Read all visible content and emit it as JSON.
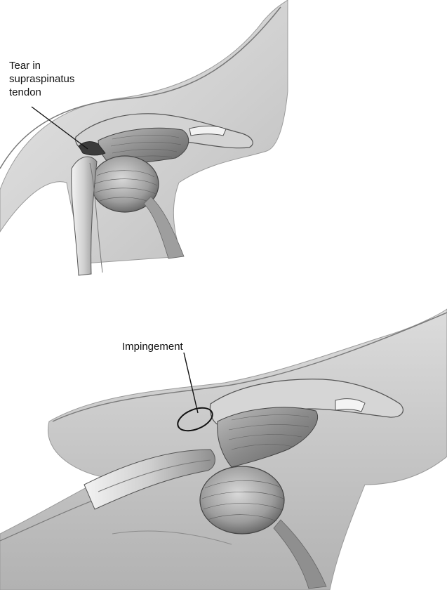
{
  "annotations": {
    "tear": {
      "lines": [
        "Tear in",
        "supraspinatus",
        "tendon"
      ]
    },
    "impingement": {
      "text": "Impingement"
    }
  },
  "colors": {
    "ink": "#111111",
    "shade_dark": "#6f6f6f",
    "shade_mid": "#a9a9a9",
    "shade_light": "#d6d6d6",
    "background": "#ffffff"
  }
}
